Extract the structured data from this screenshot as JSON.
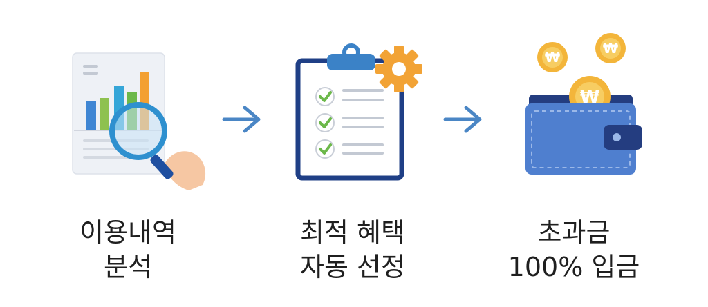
{
  "steps": [
    {
      "icon": "report-magnifier-icon",
      "caption_line1": "이용내역",
      "caption_line2": "분석"
    },
    {
      "icon": "clipboard-gear-checklist-icon",
      "caption_line1": "최적 혜택",
      "caption_line2": "자동 선정"
    },
    {
      "icon": "wallet-coins-icon",
      "caption_line1": "초과금",
      "caption_line2": "100% 입금"
    }
  ],
  "connectors": [
    "arrow-right-icon",
    "arrow-right-icon"
  ],
  "currency_symbol": "₩",
  "colors": {
    "arrow": "#4a86c5",
    "wallet": "#4f7fcf",
    "wallet_dark": "#243d80",
    "coin": "#f3b53a",
    "gear": "#f2a336",
    "check": "#6cb84a",
    "clipboard_border": "#1f3f86"
  }
}
